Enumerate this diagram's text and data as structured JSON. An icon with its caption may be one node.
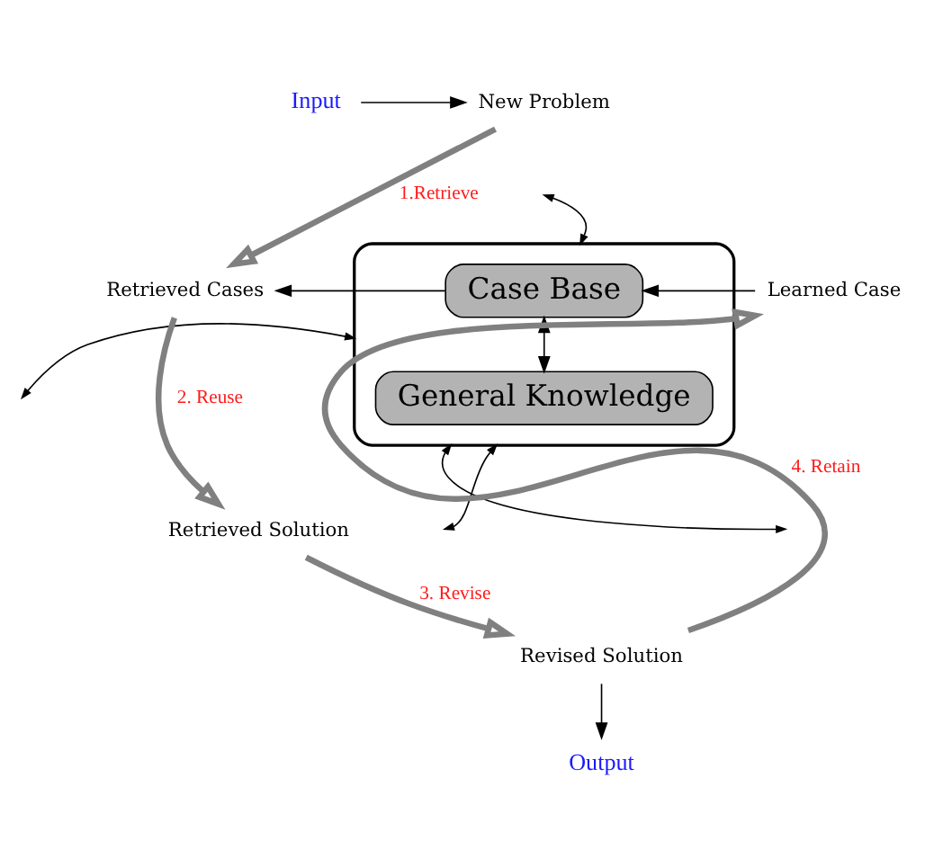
{
  "diagram": {
    "nodes": [
      {
        "text": [
          "Input"
        ]
      },
      {
        "text": [
          "New Problem"
        ]
      },
      {
        "text": [],
        "shape": "box"
      },
      {
        "text": [
          "Case Base"
        ],
        "in": 2
      },
      {
        "text": [
          "General Knowledge"
        ],
        "in": 2
      },
      {
        "text": [
          "Learned Case"
        ]
      },
      {
        "text": [
          "Retrieved Cases"
        ]
      },
      {
        "text": [
          "Revised Solution"
        ]
      },
      {
        "text": [
          "Retrieved Solution"
        ]
      },
      {
        "text": [
          "Output"
        ]
      }
    ],
    "edges": [
      {
        "from": 0,
        "to": 1,
        "arrow": "to"
      },
      {
        "from": 1,
        "to": 6,
        "arrow": "to",
        "label": "1.Retrieve",
        "style": "thick",
        "color": "#808080"
      },
      {
        "from": 5,
        "to": 3,
        "arrow": "to"
      },
      {
        "from": 3,
        "to": 6,
        "arrow": "to"
      },
      {
        "from": 3,
        "to": 4,
        "arrow": "both"
      },
      {
        "from": 6,
        "to": 8,
        "arrow": "to",
        "label": "2. Reuse",
        "style": "thick",
        "color": "#808080"
      },
      {
        "from": 8,
        "to": 7,
        "arrow": "to",
        "label": "3. Revise",
        "style": "thick",
        "color": "#808080"
      },
      {
        "from": 7,
        "to": 5,
        "arrow": "to",
        "label": "4. Retain",
        "style": "thick",
        "color": "#808080"
      },
      {
        "from": 7,
        "to": 9,
        "arrow": "to"
      },
      {
        "from": 2,
        "to": null,
        "arrow": "both"
      },
      {
        "from": 2,
        "to": null,
        "arrow": "both"
      },
      {
        "from": 2,
        "to": null,
        "arrow": "both"
      },
      {
        "from": 2,
        "to": null,
        "arrow": "both"
      }
    ]
  }
}
